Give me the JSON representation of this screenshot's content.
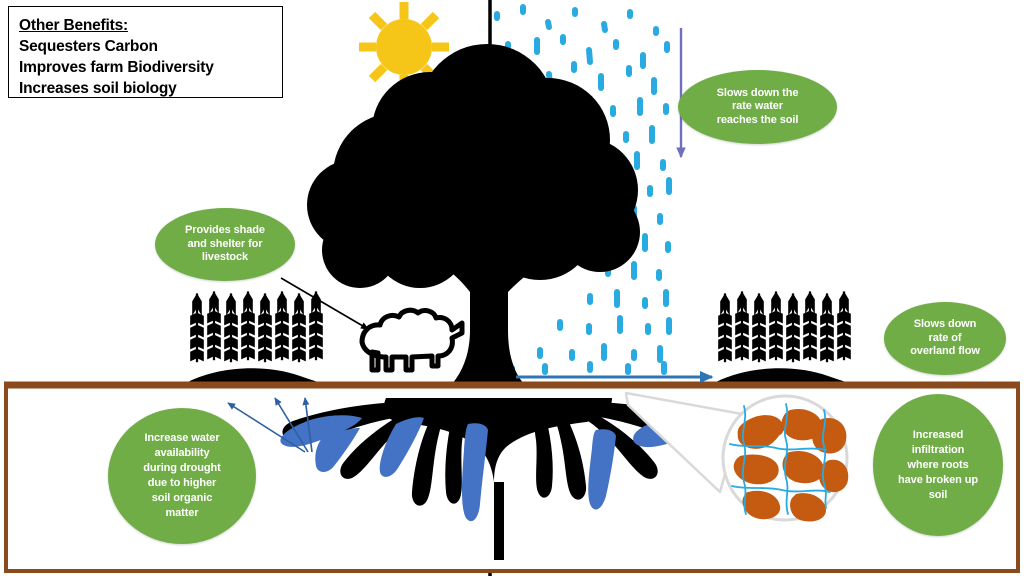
{
  "diagram": {
    "title": "Agroforestry / silvopasture benefits diagram",
    "background_color": "#ffffff"
  },
  "benefits_box": {
    "heading": "Other Benefits:",
    "items": [
      "Sequesters Carbon",
      "Improves farm Biodiversity",
      "Increases soil biology"
    ]
  },
  "callouts": [
    {
      "id": "rain-interception",
      "text": "Slows down the rate water reaches the soil",
      "lines": [
        "Slows down the",
        "rate water",
        "reaches the soil"
      ],
      "shape": "ellipse",
      "color": "#70ad47",
      "text_color": "#ffffff"
    },
    {
      "id": "shade-shelter",
      "text": "Provides shade and shelter for livestock",
      "lines": [
        "Provides shade",
        "and shelter for",
        "livestock"
      ],
      "shape": "ellipse",
      "color": "#70ad47",
      "text_color": "#ffffff"
    },
    {
      "id": "overland-flow",
      "text": "Slows down rate of overland flow",
      "lines": [
        "Slows down",
        "rate of",
        "overland flow"
      ],
      "shape": "ellipse",
      "color": "#70ad47",
      "text_color": "#ffffff"
    },
    {
      "id": "water-availability",
      "text": "Increase water availability during drought due to higher soil organic matter",
      "lines": [
        "Increase water",
        "availability",
        "during drought",
        "due to higher",
        "soil organic",
        "matter"
      ],
      "shape": "circle",
      "color": "#70ad47",
      "text_color": "#ffffff"
    },
    {
      "id": "infiltration",
      "text": "Increased infiltration where roots have broken up soil",
      "lines": [
        "Increased",
        "infiltration",
        "where roots",
        "have broken up",
        "soil"
      ],
      "shape": "circle",
      "color": "#70ad47",
      "text_color": "#ffffff"
    }
  ],
  "scene": {
    "sun": {
      "name": "sun",
      "color": "#f5c518",
      "rays": 8
    },
    "tree": {
      "name": "tree",
      "color": "#000000"
    },
    "rain": {
      "name": "rainfall-dashes",
      "color": "#29aae1"
    },
    "ground_line": {
      "name": "soil-surface",
      "color": "#8b4a1c"
    },
    "soil_box": {
      "name": "soil-profile",
      "border_color": "#8b4a1c",
      "fill": "#ffffff"
    },
    "roots": {
      "name": "tree-roots",
      "color": "#000000"
    },
    "soil_water": {
      "name": "soil-water-pockets",
      "color": "#4472c4"
    },
    "crops_left": {
      "name": "wheat-crop-left",
      "count": 8,
      "color": "#000000"
    },
    "crops_right": {
      "name": "wheat-crop-right",
      "count": 8,
      "color": "#000000"
    },
    "sheep": {
      "name": "sheep",
      "fill": "#ffffff",
      "outline": "#000000"
    },
    "magnifier": {
      "name": "soil-aggregate-magnifier",
      "aggregate_color": "#c55a11",
      "pore_water_color": "#29aae1",
      "ring_color": "#d9d9d9"
    },
    "arrows": [
      {
        "name": "rainfall-down-arrow",
        "color": "#6f6fc0",
        "direction": "down"
      },
      {
        "name": "overland-flow-arrow",
        "color": "#2e75b6",
        "direction": "right"
      },
      {
        "name": "shade-to-sheep-arrow",
        "color": "#000000",
        "direction": "down-right"
      },
      {
        "name": "soil-water-arrow-1",
        "color": "#2e5fa3",
        "direction": "up-left"
      },
      {
        "name": "soil-water-arrow-2",
        "color": "#2e5fa3",
        "direction": "up"
      },
      {
        "name": "soil-water-arrow-3",
        "color": "#2e5fa3",
        "direction": "up"
      }
    ],
    "divider_line": {
      "name": "center-divider-line",
      "color": "#000000"
    }
  }
}
